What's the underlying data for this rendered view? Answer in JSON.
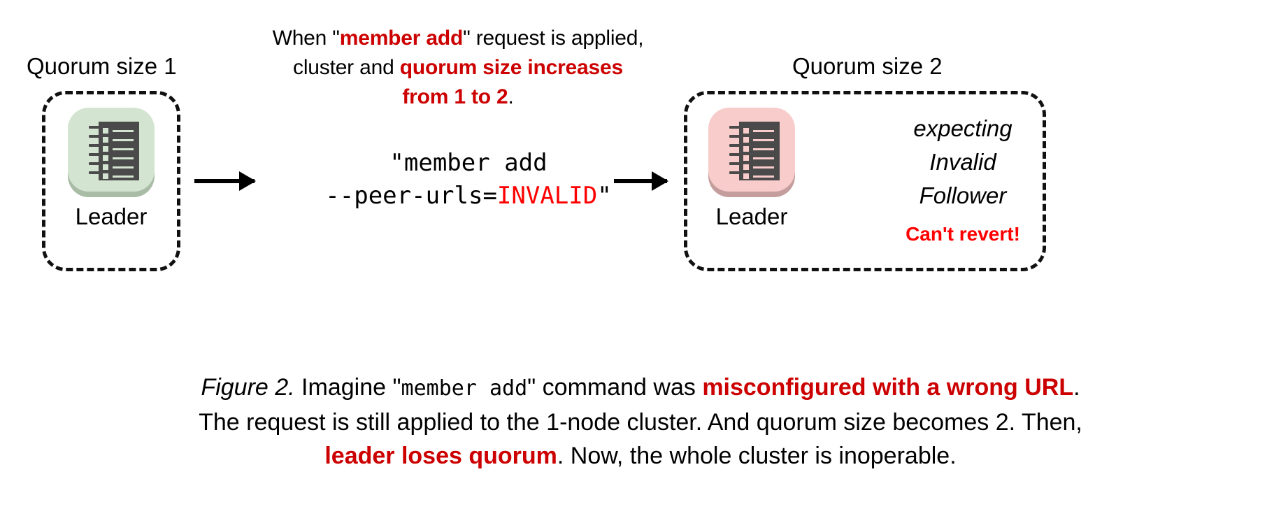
{
  "colors": {
    "dark_red": "#CC0000",
    "pure_red": "#FF0000",
    "leader_ok_tile": "#d3e5d0",
    "leader_bad_tile": "#f8ccca",
    "icon_gray": "#4a4a4a",
    "dashed_border": "#111111"
  },
  "top_note": {
    "line1_a": "When \"",
    "line1_b": "member add",
    "line1_c": "\" request is applied,",
    "line2_a": "cluster and ",
    "line2_b": "quorum size increases",
    "line3_a": "from 1 to 2",
    "line3_b": "."
  },
  "left_cluster": {
    "title": "Quorum size 1",
    "node_label": "Leader",
    "icon": "ledger-icon"
  },
  "right_cluster": {
    "title": "Quorum size 2",
    "node_label": "Leader",
    "icon": "ledger-icon",
    "status_line1": "expecting",
    "status_line2": "Invalid",
    "status_line3": "Follower",
    "alert": "Can't revert!"
  },
  "command": {
    "line1": "\"member add",
    "line2_a": "--peer-urls=",
    "line2_b": "INVALID",
    "line2_c": "\""
  },
  "arrows": {
    "arrow1": "arrow-right-icon",
    "arrow2": "arrow-right-icon"
  },
  "caption": {
    "fig_label": "Figure 2.",
    "s1": " Imagine \"",
    "mono1": "member add",
    "s2": "\" command was ",
    "r1": "misconfigured with a wrong URL",
    "s3": ".",
    "s4": "The request is still applied to the 1-node cluster. And quorum size becomes 2. Then,",
    "r2": "leader loses quorum",
    "s5": ". Now, the whole cluster is inoperable."
  }
}
